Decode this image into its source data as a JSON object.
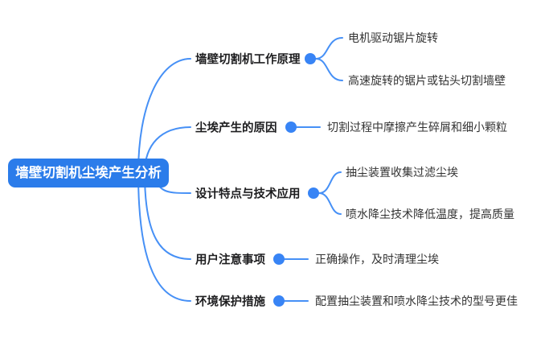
{
  "root": {
    "label": "墙壁切割机尘埃产生分析"
  },
  "branches": [
    {
      "label": "墙壁切割机工作原理",
      "children": [
        {
          "label": "电机驱动锯片旋转"
        },
        {
          "label": "高速旋转的锯片或钻头切割墙壁"
        }
      ]
    },
    {
      "label": "尘埃产生的原因",
      "children": [
        {
          "label": "切割过程中摩擦产生碎屑和细小颗粒"
        }
      ]
    },
    {
      "label": "设计特点与技术应用",
      "children": [
        {
          "label": "抽尘装置收集过滤尘埃"
        },
        {
          "label": "喷水降尘技术降低温度，提高质量"
        }
      ]
    },
    {
      "label": "用户注意事项",
      "children": [
        {
          "label": "正确操作，及时清理尘埃"
        }
      ]
    },
    {
      "label": "环境保护措施",
      "children": [
        {
          "label": "配置抽尘装置和喷水降尘技术的型号更佳"
        }
      ]
    }
  ],
  "colors": {
    "root_bg": "#2B7CEA",
    "root_text": "#FFFFFF",
    "line": "#4690F6",
    "dot": "#3884F5",
    "branch_text": "#1D1D1F",
    "child_text": "#333333"
  }
}
